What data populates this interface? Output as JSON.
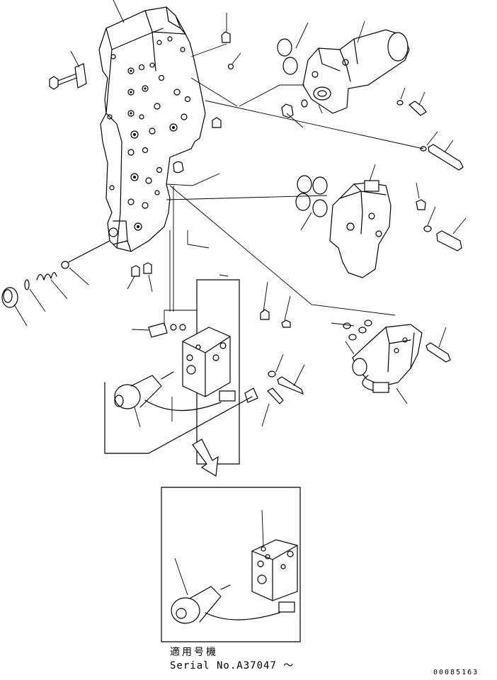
{
  "applicability": {
    "label": "適用号機",
    "serial": "Serial No.A37047 〜"
  },
  "drawing_code": "00085163",
  "accent": "#000000"
}
